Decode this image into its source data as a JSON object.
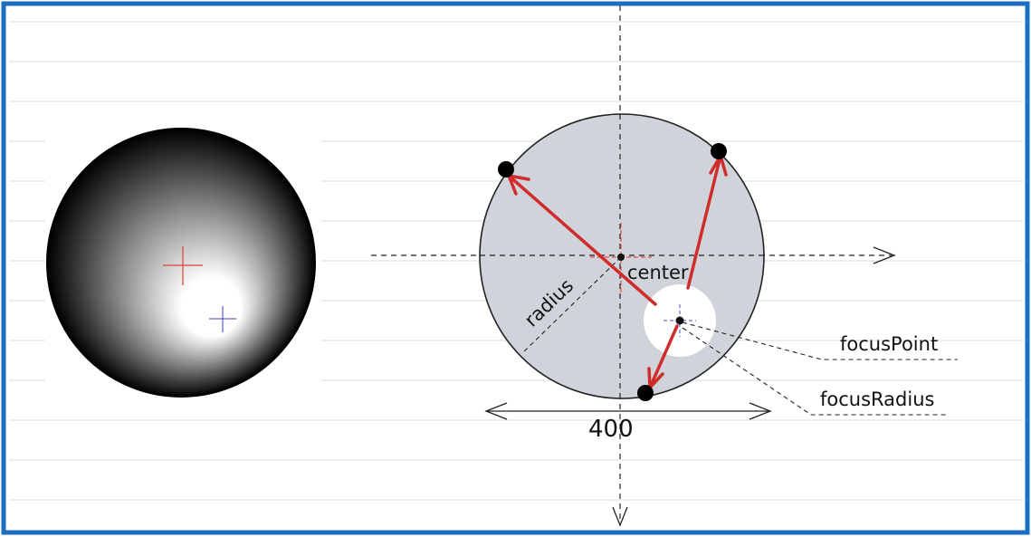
{
  "labels": {
    "radius": "radius",
    "center": "center",
    "focus_point": "focusPoint",
    "focus_radius": "focusRadius",
    "width": "400"
  },
  "colors": {
    "frame": "#1a6fc4",
    "circle_fill": "#d0d4da",
    "arrow": "#d02c2c",
    "center_marker": "#e05050",
    "focus_marker": "#4a4acf"
  }
}
